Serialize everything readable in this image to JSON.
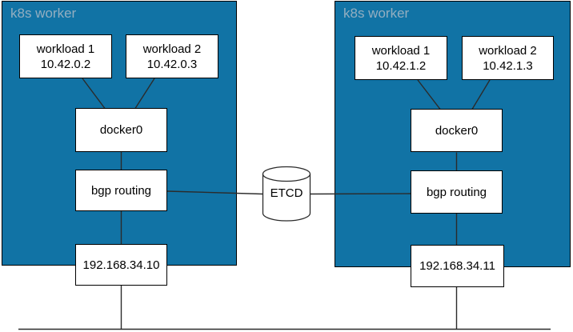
{
  "colors": {
    "worker_fill": "#1173A5",
    "worker_border": "#000000",
    "worker_label": "#93AEC0",
    "node_fill": "#FFFFFF",
    "node_border": "#000000",
    "line": "#2b2b2b",
    "text": "#000000"
  },
  "workers": [
    {
      "title": "k8s worker",
      "workloads": [
        {
          "name": "workload 1",
          "ip": "10.42.0.2"
        },
        {
          "name": "workload 2",
          "ip": "10.42.0.3"
        }
      ],
      "bridge": "docker0",
      "routing": "bgp routing",
      "host_ip": "192.168.34.10"
    },
    {
      "title": "k8s worker",
      "workloads": [
        {
          "name": "workload 1",
          "ip": "10.42.1.2"
        },
        {
          "name": "workload 2",
          "ip": "10.42.1.3"
        }
      ],
      "bridge": "docker0",
      "routing": "bgp routing",
      "host_ip": "192.168.34.11"
    }
  ],
  "datastore": {
    "label": "ETCD"
  }
}
